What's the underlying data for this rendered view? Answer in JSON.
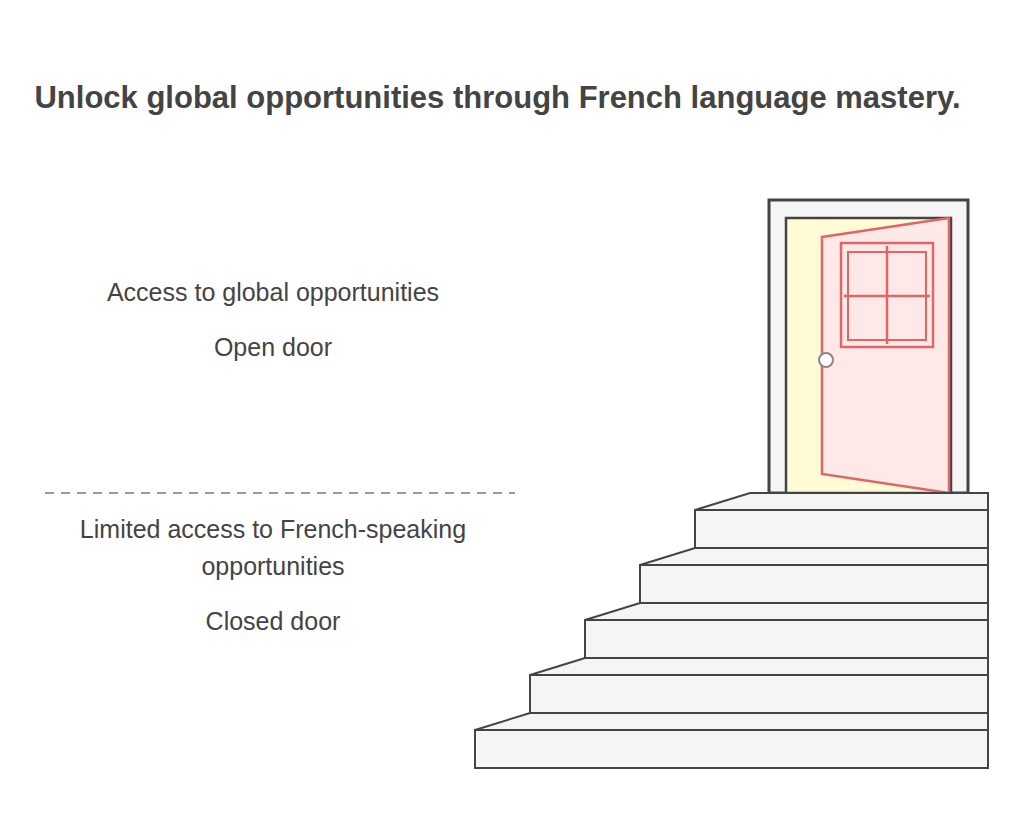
{
  "diagram": {
    "title": "Unlock global opportunities through French language mastery.",
    "labels": [
      "Access to global opportunities",
      "Open door",
      "Limited access to French-speaking opportunities",
      "Closed door"
    ]
  }
}
